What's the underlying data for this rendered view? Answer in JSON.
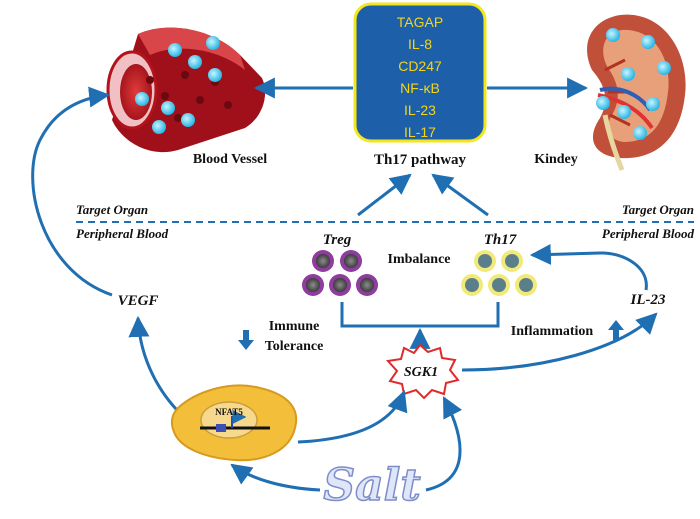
{
  "pathway_box": {
    "items": [
      "TAGAP",
      "IL-8",
      "CD247",
      "NF-κB",
      "IL-23",
      "IL-17"
    ],
    "label": "Th17 pathway"
  },
  "organs": {
    "blood_vessel": "Blood Vessel",
    "kidney": "Kindey"
  },
  "zones": {
    "target_left": "Target Organ",
    "target_right": "Target Organ",
    "peripheral_left": "Peripheral Blood",
    "peripheral_right": "Peripheral Blood"
  },
  "cells": {
    "treg": "Treg",
    "th17": "Th17",
    "imbalance": "Imbalance",
    "nfat5": "NFAT5"
  },
  "factors": {
    "vegf": "VEGF",
    "il23": "IL-23",
    "sgk1": "SGK1",
    "salt": "Salt"
  },
  "effects": {
    "immune_line1": "Immune",
    "immune_line2": "Tolerance",
    "inflammation": "Inflammation"
  },
  "colors": {
    "arrow": "#1f6fb2",
    "box_fill": "#1d5fa8",
    "box_border": "#f3e61a",
    "box_text": "#f3d51a",
    "vessel": "#b3121b",
    "treg_ring": "#8e3c9e",
    "th17_ring": "#f1ea7a"
  }
}
